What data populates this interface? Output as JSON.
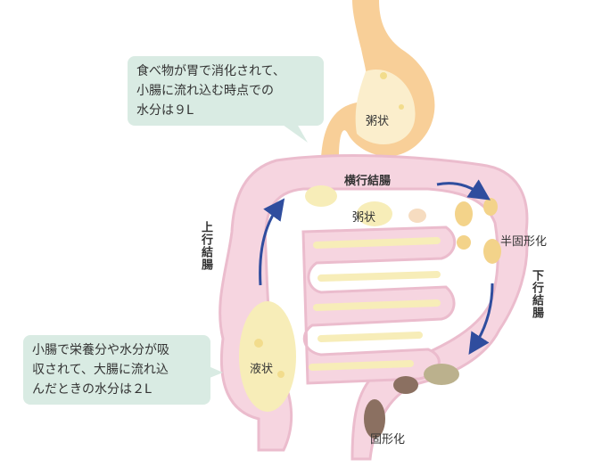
{
  "callouts": {
    "stomach": {
      "lines": [
        "食べ物が胃で消化されて、",
        "小腸に流れ込む時点での",
        "水分は９L"
      ]
    },
    "small_intestine": {
      "lines": [
        "小腸で栄養分や水分が吸",
        "収されて、大腸に流れ込",
        "んだときの水分は２L"
      ]
    }
  },
  "labels": {
    "stomach_state": "粥状",
    "transverse_colon": "横行結腸",
    "transverse_state": "粥状",
    "semi_solid": "半固形化",
    "descending_colon": "下行結腸",
    "ascending_colon": "上行結腸",
    "liquid": "液状",
    "solid": "固形化"
  },
  "colors": {
    "intestine": "#f6d5e0",
    "intestine_outline": "#ebbccd",
    "stomach": "#f8cf98",
    "contents": "#f7edb8",
    "arrow": "#2f4d9e",
    "bubble": "#d9ebe3",
    "stool_dark": "#8b7061",
    "stool_olive": "#bbb18d"
  }
}
